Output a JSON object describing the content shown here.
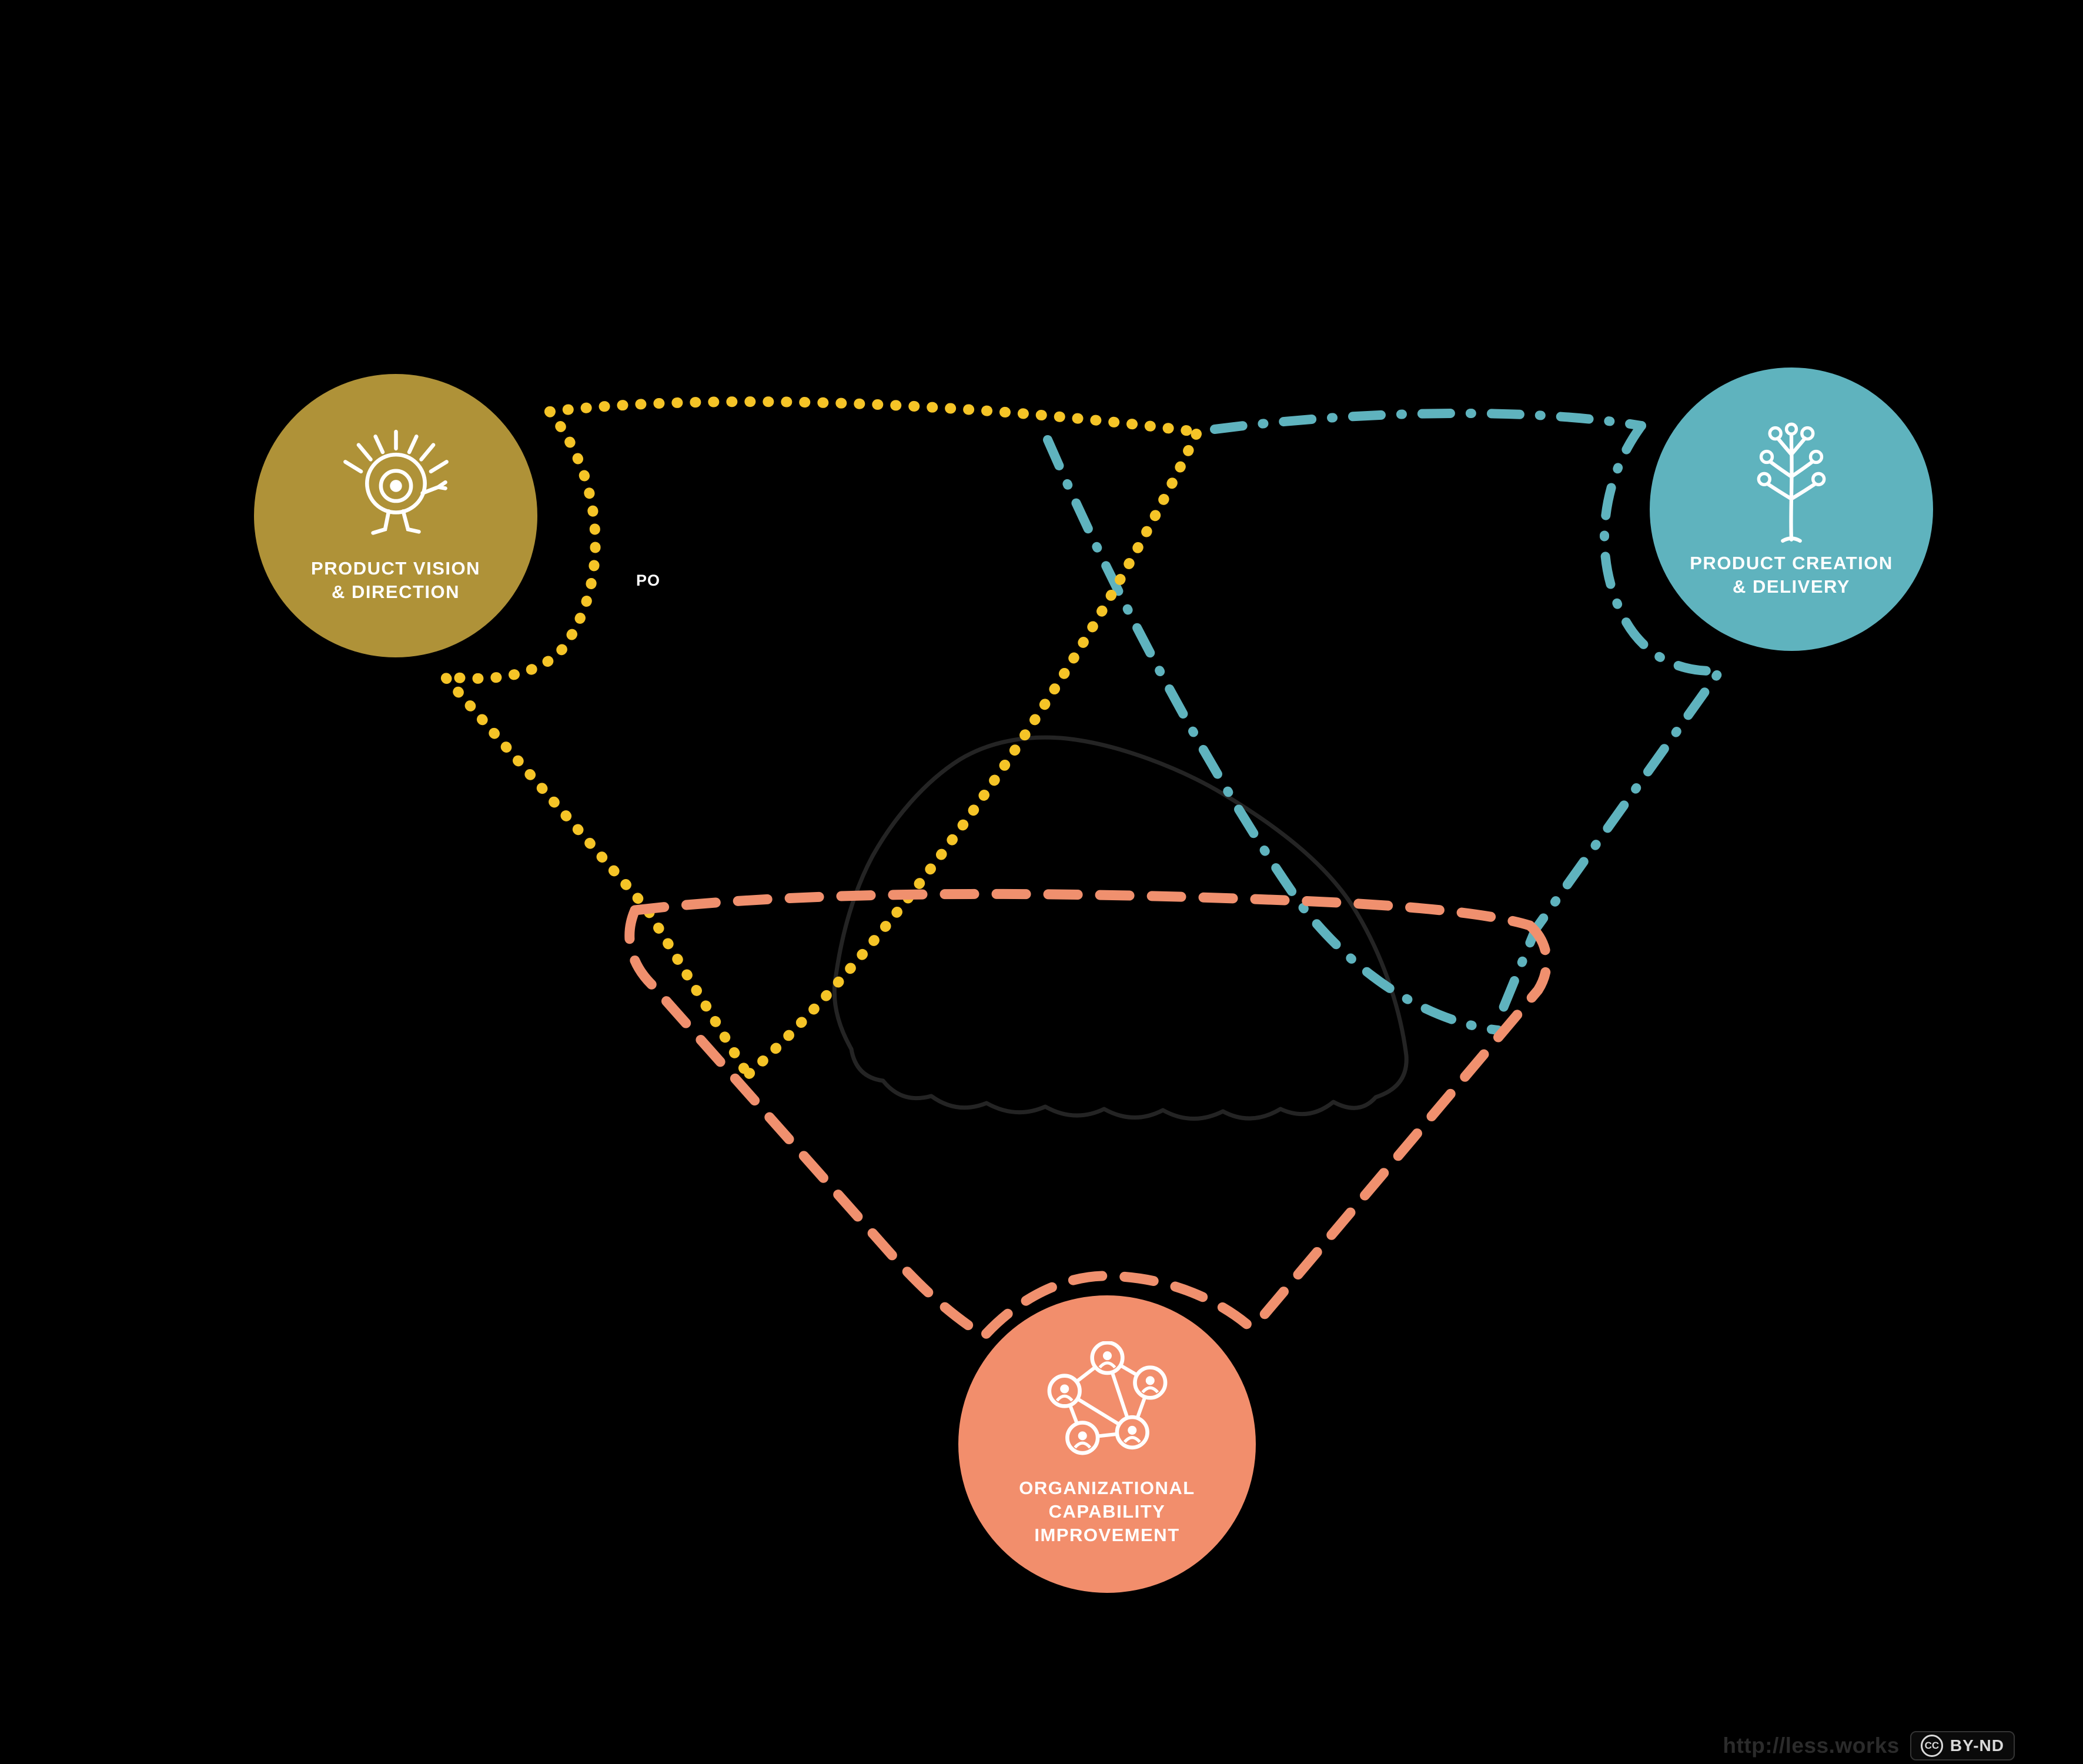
{
  "page": {
    "background": "#000000"
  },
  "diagram": {
    "nodes": [
      {
        "id": "product-vision",
        "icon": "walking-eye-icon",
        "color": "#AF9238",
        "lines": [
          "PRODUCT VISION",
          "& DIRECTION"
        ]
      },
      {
        "id": "product-creation",
        "icon": "apple-tree-icon",
        "color": "#5FB3BE",
        "lines": [
          "PRODUCT CREATION",
          "& DELIVERY"
        ]
      },
      {
        "id": "organizational-capability",
        "icon": "people-network-icon",
        "color": "#F28E6C",
        "lines": [
          "ORGANIZATIONAL",
          "CAPABILITY",
          "IMPROVEMENT"
        ]
      }
    ],
    "edge_colors": {
      "vision": "#F5C427",
      "creation": "#5FB3BE",
      "capability": "#F0906E"
    },
    "po_label": "PO"
  },
  "footer": {
    "url": "http://less.works",
    "cc": "CC",
    "license": "BY-ND"
  }
}
